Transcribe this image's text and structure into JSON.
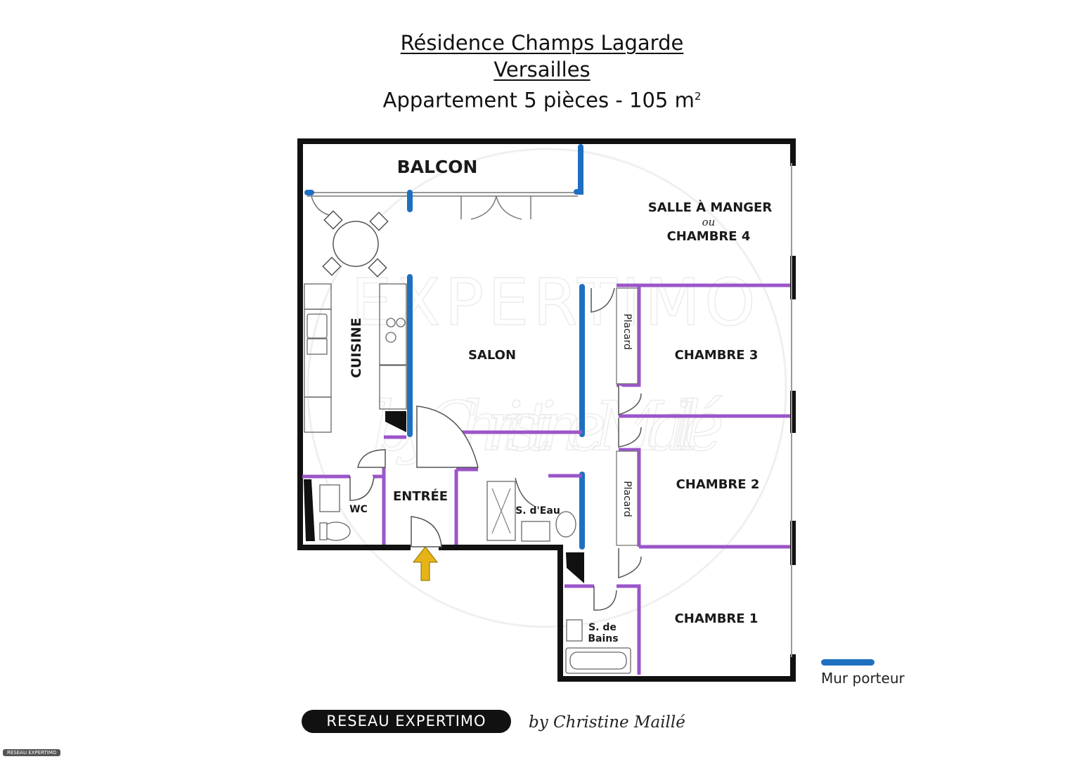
{
  "header": {
    "title_line1": "Résidence Champs Lagarde",
    "title_line2": "Versailles",
    "title_line3": "Appartement 5 pièces - 105 m",
    "area_superscript": "2"
  },
  "rooms": {
    "balcon": "BALCON",
    "salle_a_manger": "SALLE À MANGER",
    "ou": "ou",
    "chambre_4": "CHAMBRE 4",
    "cuisine": "CUISINE",
    "salon": "SALON",
    "placard_1": "Placard",
    "chambre_3": "CHAMBRE 3",
    "chambre_2": "CHAMBRE 2",
    "placard_2": "Placard",
    "entree": "ENTRÉE",
    "wc": "WC",
    "s_deau": "S. d'Eau",
    "s_de_bains_1": "S. de",
    "s_de_bains_2": "Bains",
    "chambre_1": "CHAMBRE 1"
  },
  "watermark": {
    "text": "EXPERTIMO",
    "signature": "by Christine Maillé"
  },
  "legend": {
    "label": "Mur porteur",
    "color": "#1f6fc0"
  },
  "colors": {
    "outer_wall": "#111111",
    "load_bearing_wall": "#1f6fc0",
    "partition_wall": "#9b55c9",
    "entry_arrow": "#e6b416"
  },
  "footer": {
    "brand": "RESEAU EXPERTIMO",
    "signature": "by Christine Maillé",
    "corner_tag": "RESEAU EXPERTIMO"
  }
}
